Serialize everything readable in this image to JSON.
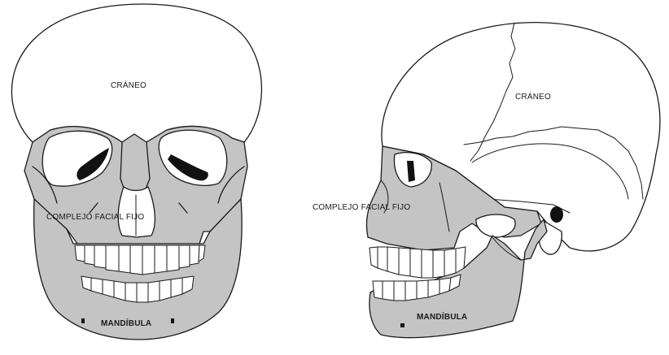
{
  "diagram": {
    "front_view": {
      "cranium_label": "CRÁNEO",
      "face_label": "COMPLEJO FACIAL FIJO",
      "mandible_label": "MANDÍBULA"
    },
    "side_view": {
      "cranium_label": "CRÁNEO",
      "face_label": "COMPLEJO FACIAL FIJO",
      "mandible_label": "MANDÍBULA"
    },
    "colors": {
      "outline": "#1a1a1a",
      "cranium_fill": "#ffffff",
      "face_fill": "#c4c4c4",
      "mandible_fill": "#c4c4c4",
      "cavity_fill": "#111111"
    }
  }
}
